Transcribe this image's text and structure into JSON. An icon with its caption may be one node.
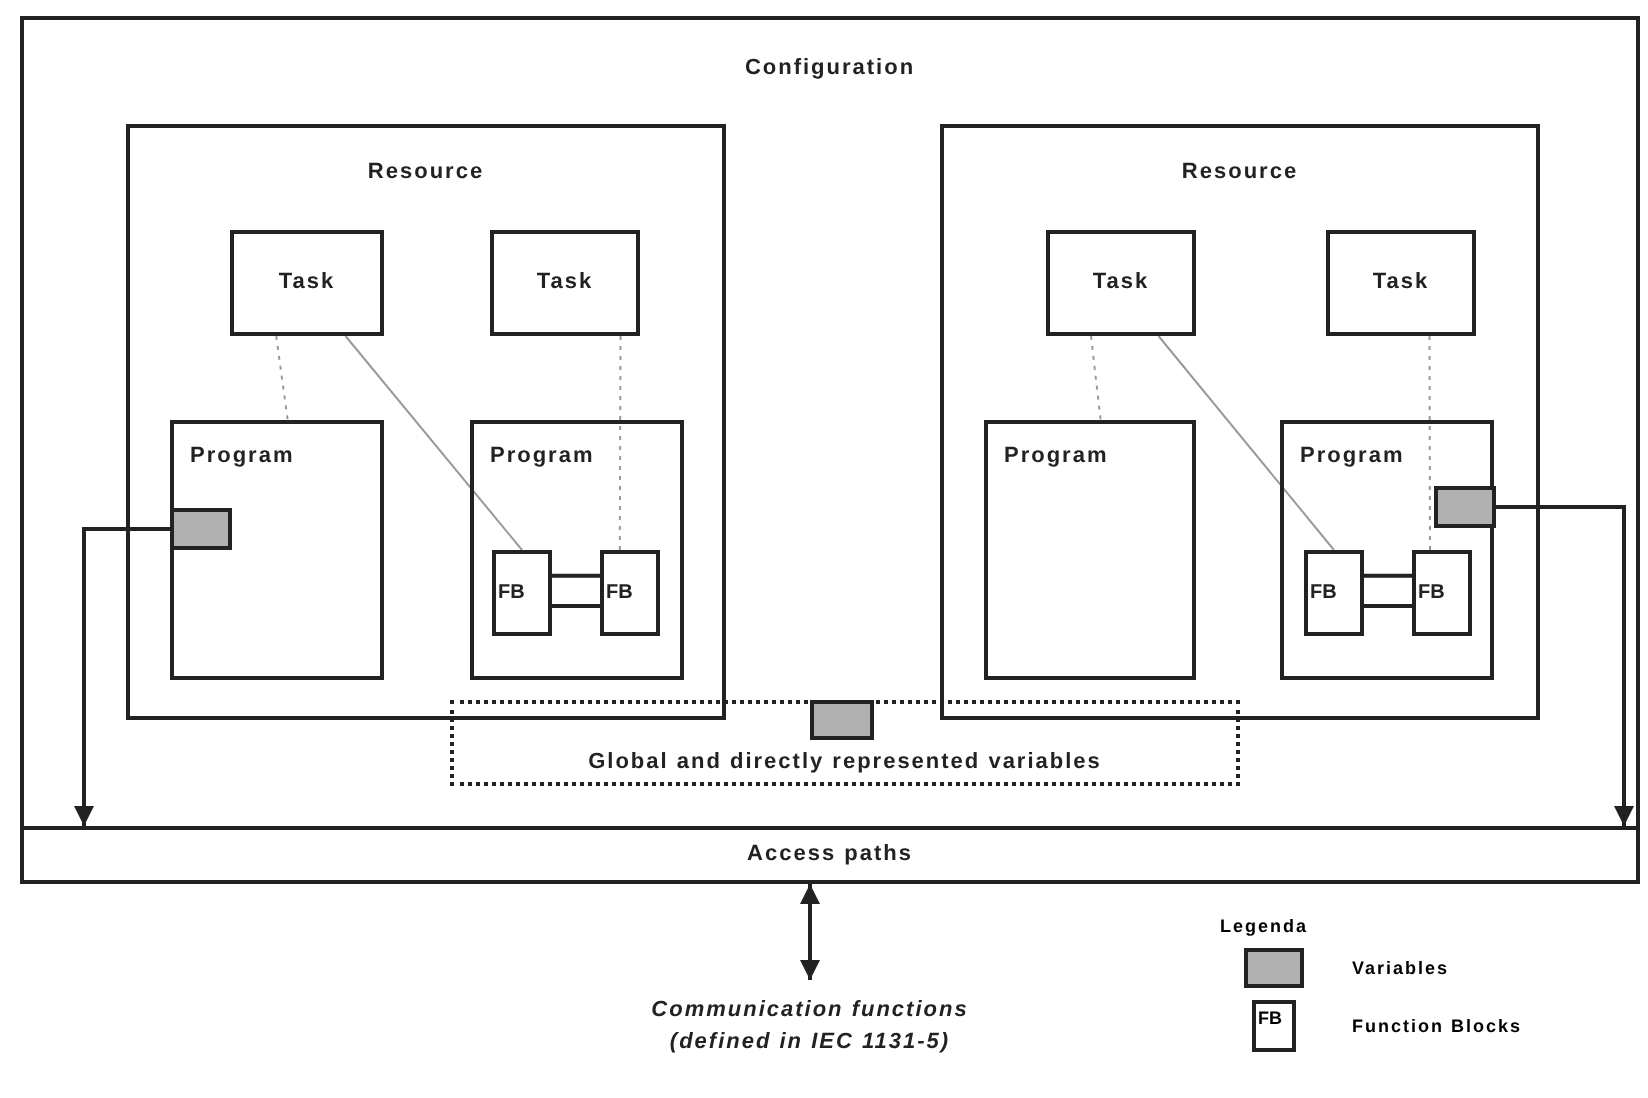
{
  "diagram": {
    "nodes": [
      {
        "text": [
          "Configuration"
        ]
      },
      {
        "text": [
          "Resource"
        ],
        "in": 0
      },
      {
        "text": [
          "Task"
        ],
        "in": 1
      },
      {
        "text": [
          "Task"
        ],
        "in": 1
      },
      {
        "text": [
          "Program"
        ],
        "in": 1
      },
      {
        "text": [
          "Program"
        ],
        "in": 1
      },
      {
        "text": [],
        "shape": "box",
        "in": 4
      },
      {
        "text": [
          "FB"
        ],
        "in": 5
      },
      {
        "text": [
          "FB"
        ],
        "in": 5
      },
      {
        "text": [
          "Resource"
        ],
        "in": 0
      },
      {
        "text": [
          "Task"
        ],
        "in": 9
      },
      {
        "text": [
          "Task"
        ],
        "in": 9
      },
      {
        "text": [
          "Program"
        ],
        "in": 9
      },
      {
        "text": [
          "Program"
        ],
        "in": 9
      },
      {
        "text": [
          "FB"
        ],
        "in": 13
      },
      {
        "text": [
          "FB"
        ],
        "in": 13
      },
      {
        "text": [],
        "shape": "box",
        "in": 13
      },
      {
        "text": [
          "Global and directly represented variables"
        ],
        "in": 0
      },
      {
        "text": [],
        "shape": "box",
        "in": 17
      },
      {
        "text": [
          "Access paths"
        ]
      },
      {
        "text": [
          "Communication functions (defined in IEC 1131-5)"
        ]
      }
    ],
    "edges": [
      {
        "from": 2,
        "to": 4,
        "arrow": "none",
        "style": "dashed",
        "color": "#999999"
      },
      {
        "from": 2,
        "to": 7,
        "arrow": "none",
        "color": "#999999"
      },
      {
        "from": 3,
        "to": 8,
        "arrow": "none",
        "style": "dashed",
        "color": "#999999"
      },
      {
        "from": 7,
        "to": 8,
        "arrow": "none"
      },
      {
        "from": 7,
        "to": 8,
        "arrow": "none"
      },
      {
        "from": 10,
        "to": 12,
        "arrow": "none",
        "style": "dashed",
        "color": "#999999"
      },
      {
        "from": 10,
        "to": 14,
        "arrow": "none",
        "color": "#999999"
      },
      {
        "from": 11,
        "to": 15,
        "arrow": "none",
        "style": "dashed",
        "color": "#999999"
      },
      {
        "from": 14,
        "to": 15,
        "arrow": "none"
      },
      {
        "from": 14,
        "to": 15,
        "arrow": "none"
      },
      {
        "from": 6,
        "to": 19,
        "arrow": "to"
      },
      {
        "from": 16,
        "to": 19,
        "arrow": "to"
      },
      {
        "from": 19,
        "to": 20,
        "arrow": "both"
      }
    ],
    "labels": [
      "Legenda",
      "FB"
    ],
    "legend": [
      {
        "text": "Variables",
        "color": "#b0b0b0"
      },
      {
        "text": "Function Blocks"
      }
    ]
  }
}
